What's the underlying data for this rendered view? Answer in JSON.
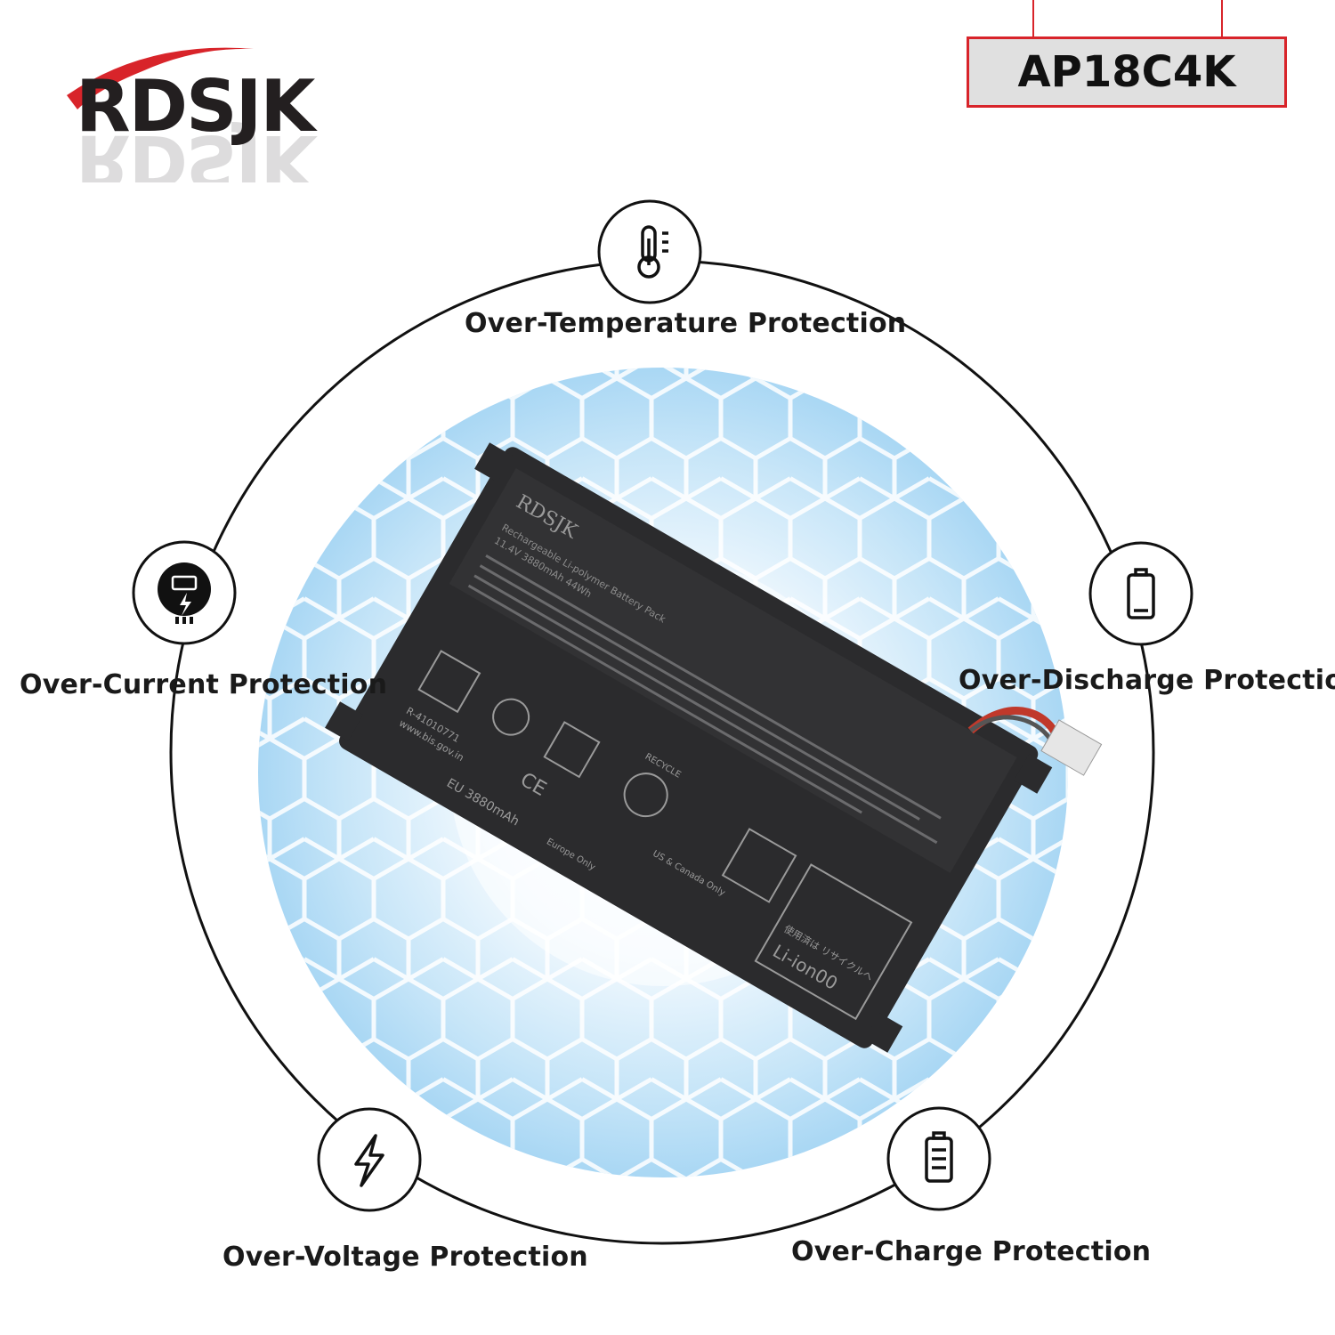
{
  "brand": {
    "name": "RDSJK",
    "accent_color": "#d8242a",
    "dark_color": "#231f20"
  },
  "model": {
    "code": "AP18C4K"
  },
  "features": [
    {
      "label": "Over-Temperature Protection",
      "icon": "thermometer-icon"
    },
    {
      "label": "Over-Current Protection",
      "icon": "current-meter-icon"
    },
    {
      "label": "Over-Discharge Protection",
      "icon": "low-battery-icon"
    },
    {
      "label": "Over-Voltage Protection",
      "icon": "lightning-bolt-icon"
    },
    {
      "label": "Over-Charge Protection",
      "icon": "full-battery-icon"
    }
  ],
  "battery": {
    "brand_print": "RDSJK",
    "label_lines": [
      "Rechargeable Li-polymer Battery Pack",
      "11.4V 3880mAh 44Wh"
    ],
    "capacity_print": "EU 3880mAh",
    "liion_print": "Li-ion00",
    "jp_print": "使用済は リサイクルへ",
    "cert_print": "R-41010771",
    "site_print": "www.bis.gov.in",
    "europe_print": "Europe Only",
    "us_print": "US & Canada Only",
    "ce_print": "CE",
    "recycle_print": "RECYCLE",
    "colors": {
      "body": "#2b2b2d",
      "panel": "#3a3a3c",
      "text": "#8c8c8c",
      "wire_red": "#c0392b"
    }
  },
  "background": {
    "glow_color": "#a9d7f4",
    "hex_line_color": "#ffffff",
    "ring_color": "#111111"
  }
}
